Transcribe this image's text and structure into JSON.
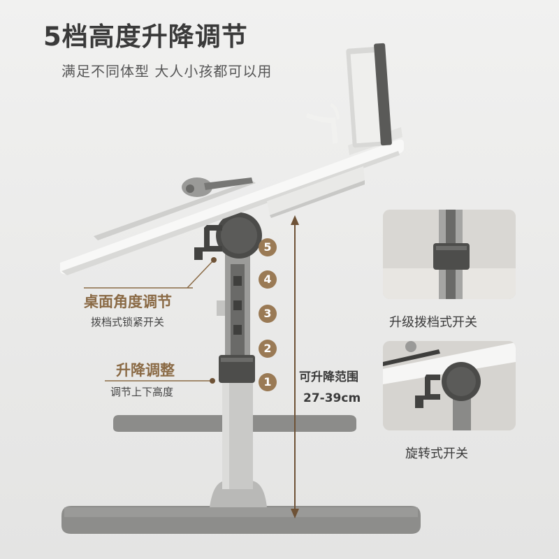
{
  "header": {
    "title": "5档高度升降调节",
    "subtitle": "满足不同体型  大人小孩都可以用"
  },
  "height_steps": [
    "5",
    "4",
    "3",
    "2",
    "1"
  ],
  "annotations": {
    "tilt_title": "桌面角度调节",
    "tilt_sub": "拨档式锁紧开关",
    "lift_title": "升降调整",
    "lift_sub": "调节上下高度",
    "range_title": "可升降范围",
    "range_value": "27-39cm"
  },
  "detail_panels": [
    {
      "caption": "升级拨档式开关"
    },
    {
      "caption": "旋转式开关"
    }
  ],
  "colors": {
    "accent_brown": "#8a6a45",
    "step_badge": "#9a7a55",
    "frame_dark": "#4a4a4a",
    "desk_white": "#f7f7f6"
  }
}
